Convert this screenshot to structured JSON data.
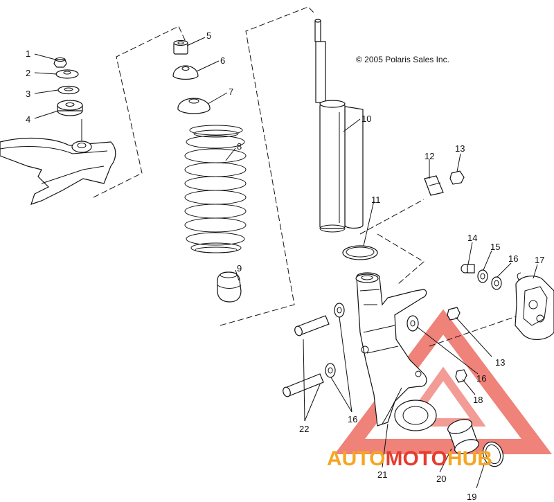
{
  "copyright": "© 2005 Polaris Sales Inc.",
  "watermark": {
    "part1": "AUTO",
    "part2": "MOTO",
    "part3": "HUB",
    "color_orange": "#f5a623",
    "color_red": "#e63b2e"
  },
  "callouts": [
    {
      "id": "c1",
      "label": "1"
    },
    {
      "id": "c2",
      "label": "2"
    },
    {
      "id": "c3",
      "label": "3"
    },
    {
      "id": "c4",
      "label": "4"
    },
    {
      "id": "c5",
      "label": "5"
    },
    {
      "id": "c6",
      "label": "6"
    },
    {
      "id": "c7",
      "label": "7"
    },
    {
      "id": "c8",
      "label": "8"
    },
    {
      "id": "c9",
      "label": "9"
    },
    {
      "id": "c10",
      "label": "10"
    },
    {
      "id": "c11",
      "label": "11"
    },
    {
      "id": "c12",
      "label": "12"
    },
    {
      "id": "c13a",
      "label": "13"
    },
    {
      "id": "c14",
      "label": "14"
    },
    {
      "id": "c15",
      "label": "15"
    },
    {
      "id": "c16a",
      "label": "16"
    },
    {
      "id": "c17",
      "label": "17"
    },
    {
      "id": "c13b",
      "label": "13"
    },
    {
      "id": "c16b",
      "label": "16"
    },
    {
      "id": "c18",
      "label": "18"
    },
    {
      "id": "c16c",
      "label": "16"
    },
    {
      "id": "c22",
      "label": "22"
    },
    {
      "id": "c21",
      "label": "21"
    },
    {
      "id": "c20",
      "label": "20"
    },
    {
      "id": "c19",
      "label": "19"
    }
  ]
}
